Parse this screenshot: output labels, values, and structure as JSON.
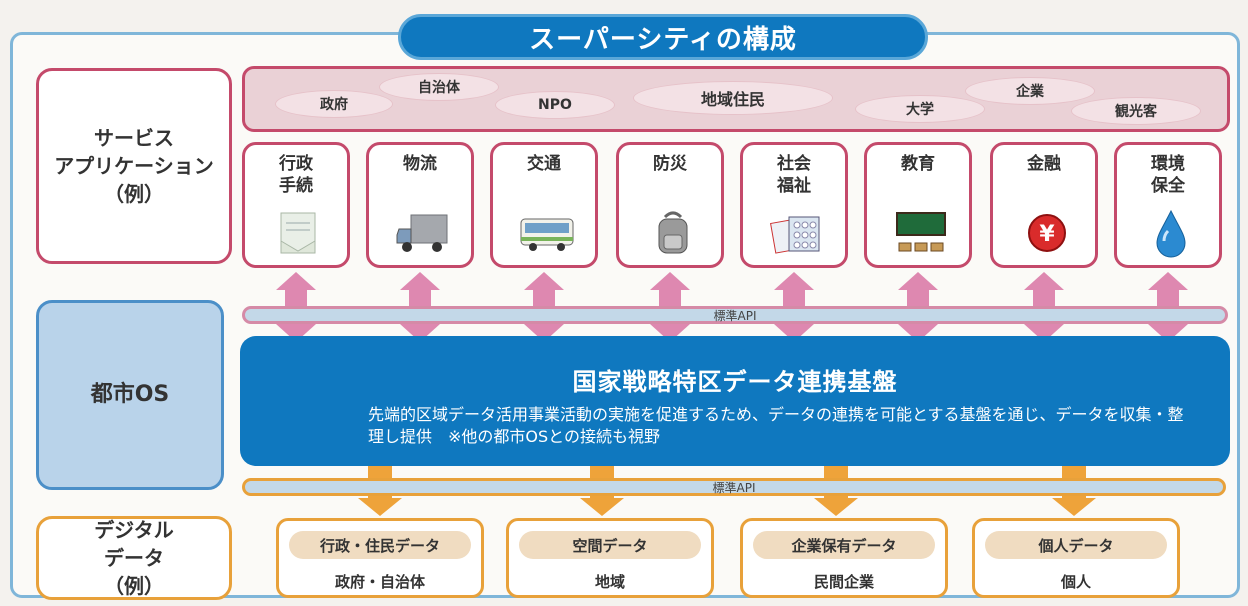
{
  "title": "スーパーシティの構成",
  "left": {
    "service": "サービス\nアプリケーション\n（例）",
    "os": "都市OS",
    "digital": "デジタル\nデータ\n（例）"
  },
  "users": [
    "政府",
    "自治体",
    "NPO",
    "地域住民",
    "大学",
    "企業",
    "観光客"
  ],
  "services": [
    {
      "label": "行政\n手続",
      "icon": "document-icon"
    },
    {
      "label": "物流",
      "icon": "truck-icon"
    },
    {
      "label": "交通",
      "icon": "bus-icon"
    },
    {
      "label": "防災",
      "icon": "backpack-icon"
    },
    {
      "label": "社会\n福祉",
      "icon": "medicine-icon"
    },
    {
      "label": "教育",
      "icon": "blackboard-icon"
    },
    {
      "label": "金融",
      "icon": "yen-icon"
    },
    {
      "label": "環境\n保全",
      "icon": "water-drop-icon"
    }
  ],
  "api_label": "標準API",
  "platform": {
    "title": "国家戦略特区データ連携基盤",
    "desc": "先端的区域データ活用事業活動の実施を促進するため、データの連携を可能とする基盤を通じ、データを収集・整理し提供　※他の都市OSとの接続も視野"
  },
  "data": [
    {
      "label": "行政・住民データ",
      "sub": "政府・自治体"
    },
    {
      "label": "空間データ",
      "sub": "地域"
    },
    {
      "label": "企業保有データ",
      "sub": "民間企業"
    },
    {
      "label": "個人データ",
      "sub": "個人"
    }
  ],
  "colors": {
    "blue": "#0f78bf",
    "pink": "#c44a6b",
    "orange": "#e8a13a",
    "pink_arrow": "#de88b0",
    "orange_arrow": "#eea33a"
  }
}
